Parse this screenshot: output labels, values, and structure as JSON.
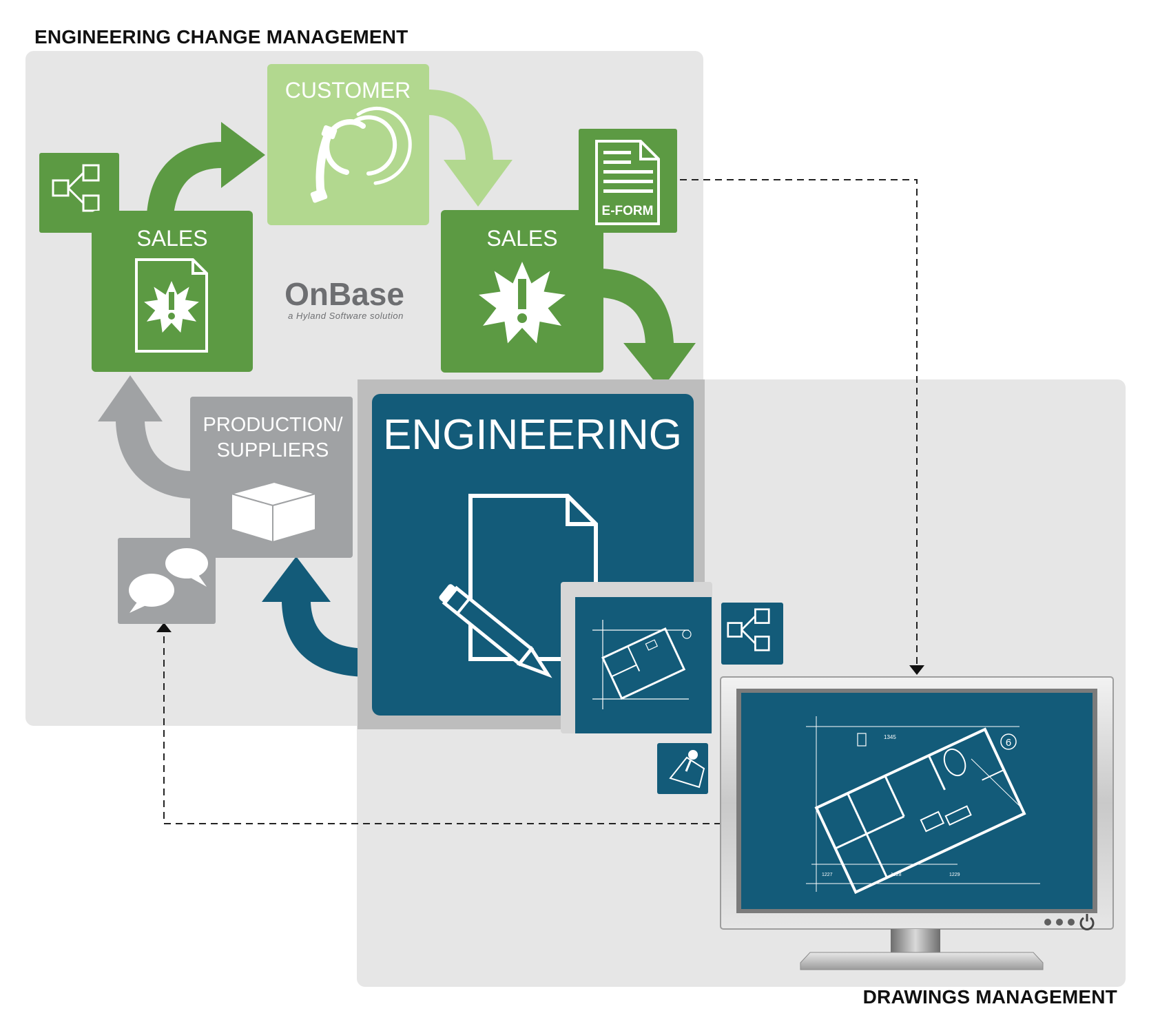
{
  "sections": {
    "ecm_title": "ENGINEERING CHANGE MANAGEMENT",
    "dm_title": "DRAWINGS MANAGEMENT"
  },
  "nodes": {
    "customer": "CUSTOMER",
    "sales_left": "SALES",
    "sales_right": "SALES",
    "production_line1": "PRODUCTION/",
    "production_line2": "SUPPLIERS",
    "engineering": "ENGINEERING",
    "eform": "E-FORM"
  },
  "brand": {
    "name": "OnBase",
    "tagline": "a Hyland Software solution"
  },
  "blueprint": {
    "dim_top": "1345",
    "dim_a": "1227",
    "dim_b": "1228",
    "dim_c": "1229",
    "circle_label": "6"
  },
  "colors": {
    "green": "#5c9a43",
    "light_green": "#b2d88f",
    "gray": "#a0a2a4",
    "teal": "#135b79",
    "panel": "#e6e6e6",
    "eng_frame": "#bdbdbd"
  }
}
